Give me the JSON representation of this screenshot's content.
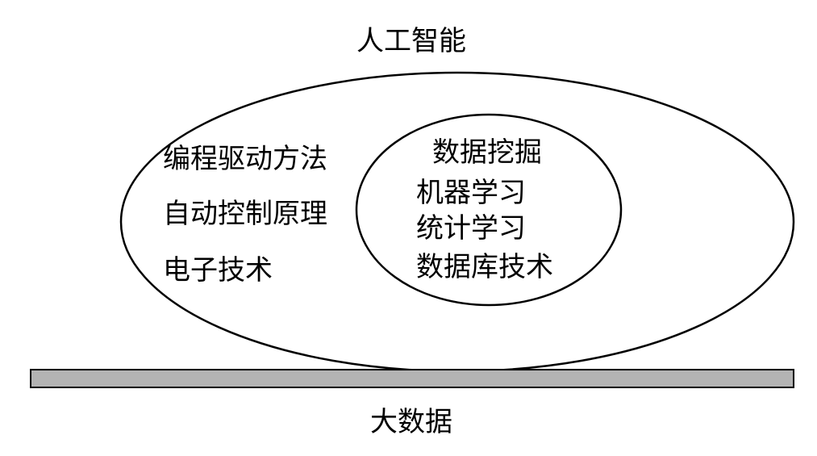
{
  "top_title": "人工智能",
  "bottom_title": "大数据",
  "outer_items": [
    "编程驱动方法",
    "自动控制原理",
    "电子技术"
  ],
  "inner_items": [
    "数据挖掘",
    "机器学习",
    "统计学习",
    "数据库技术"
  ],
  "colors": {
    "stroke": "#000000",
    "bar_fill": "#b3b3b3",
    "background": "#ffffff"
  }
}
